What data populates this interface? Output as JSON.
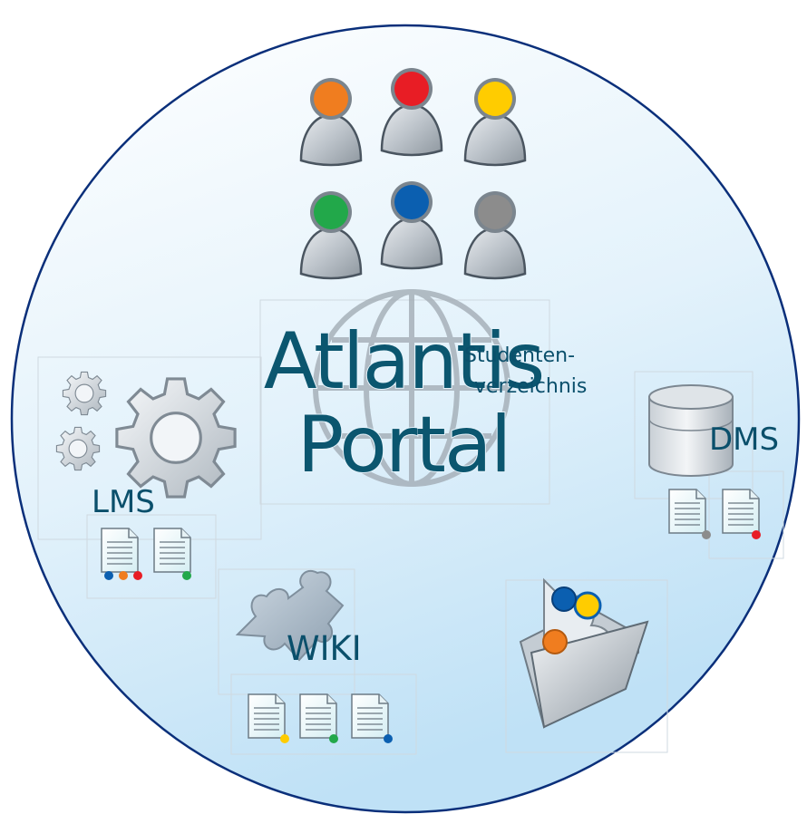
{
  "title": {
    "line1": "Atlantis",
    "line2": "Portal"
  },
  "modules": {
    "lms": "LMS",
    "dms": "DMS",
    "wiki": "WIKI",
    "students_line1": "Studenten-",
    "students_line2": "verzeichnis"
  },
  "icons": {
    "users": "person-group-icons",
    "globe": "globe-icon",
    "gears": "gear-icon",
    "database": "database-icon",
    "puzzle": "puzzle-piece-icon",
    "folder": "open-folder-icon",
    "documents": "document-icon"
  },
  "colors": {
    "person_heads": [
      "#f07d1f",
      "#e81d25",
      "#ffcc00",
      "#22a84a",
      "#0b5fb0",
      "#8c8c8c"
    ],
    "text": "#0b566f",
    "circle_border": "#0a2f7a",
    "circle_fill_top": "#ffffff",
    "circle_fill_bottom": "#c3e3f7"
  }
}
